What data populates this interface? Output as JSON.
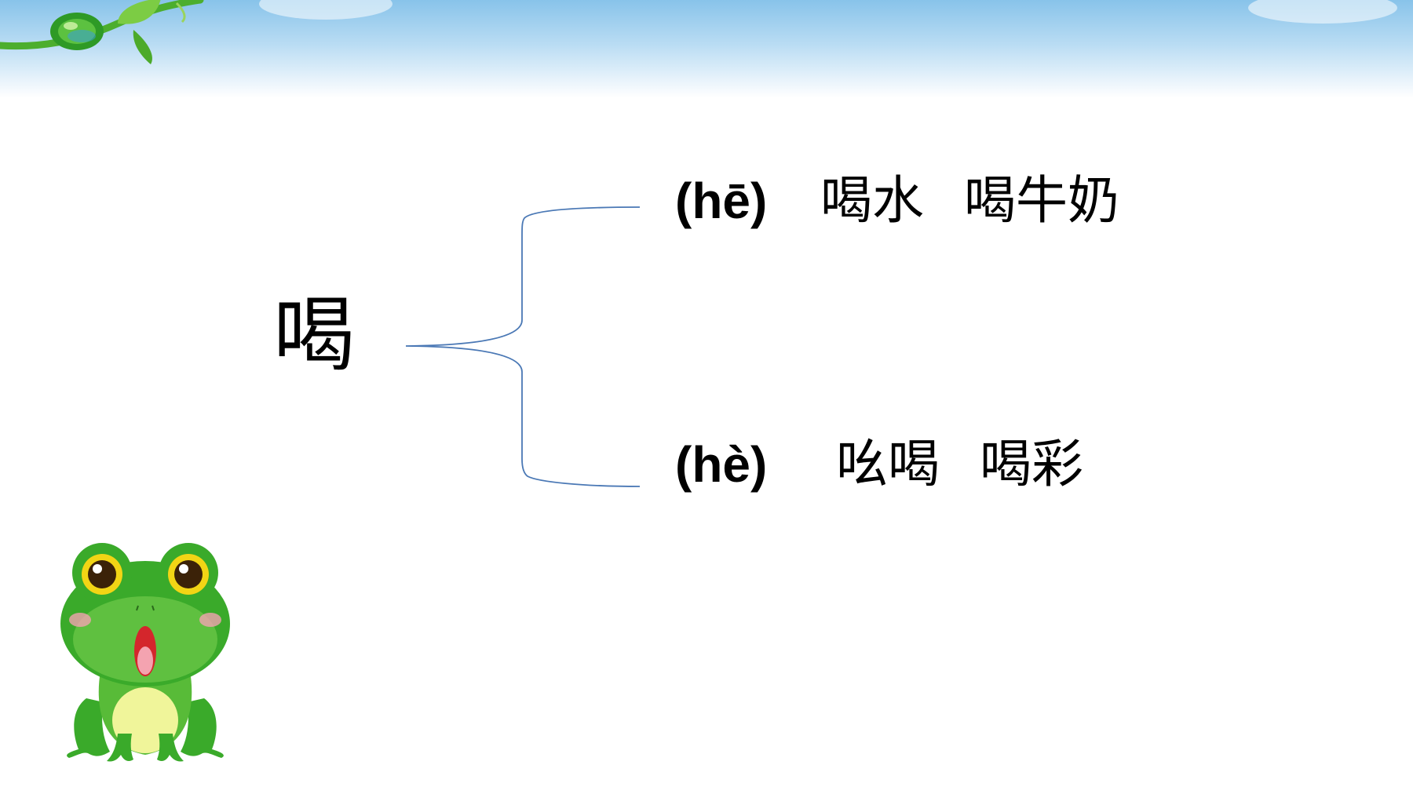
{
  "diagram": {
    "main_character": "喝",
    "readings": [
      {
        "pinyin": "(hē)",
        "words": [
          "喝水",
          "喝牛奶"
        ]
      },
      {
        "pinyin": "(hè)",
        "words": [
          "吆喝",
          "喝彩"
        ]
      }
    ]
  },
  "colors": {
    "bracket": "#4a78b5",
    "sky_top": "#88c3ea",
    "frog_green": "#3aaa2a",
    "frog_belly": "#f0f59a",
    "leaf_green": "#4cae2e"
  },
  "icons": {
    "decoration_top_left": "vine-leaf-icon",
    "decoration_bottom_left": "frog-icon"
  }
}
